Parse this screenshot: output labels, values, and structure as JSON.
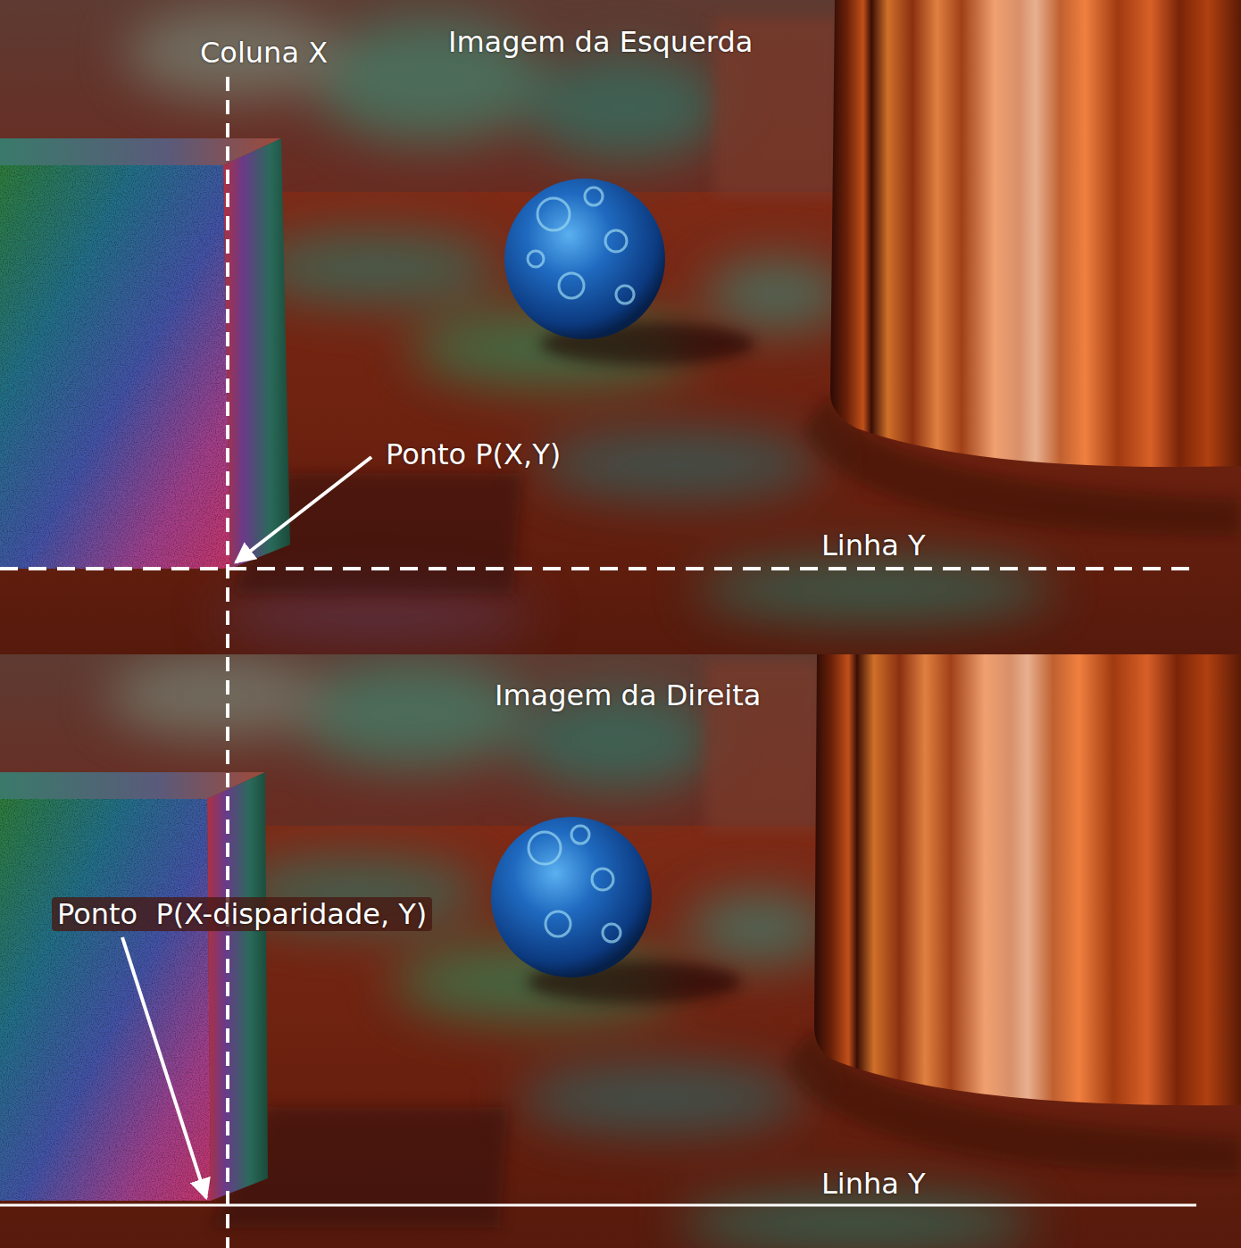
{
  "diagram": {
    "labels": [
      "Coluna X",
      "Imagem da Esquerda",
      "Ponto P(X,Y)",
      "Linha Y",
      "Imagem da Direita",
      "Ponto  P(X-disparidade, Y)",
      "Linha Y"
    ]
  }
}
